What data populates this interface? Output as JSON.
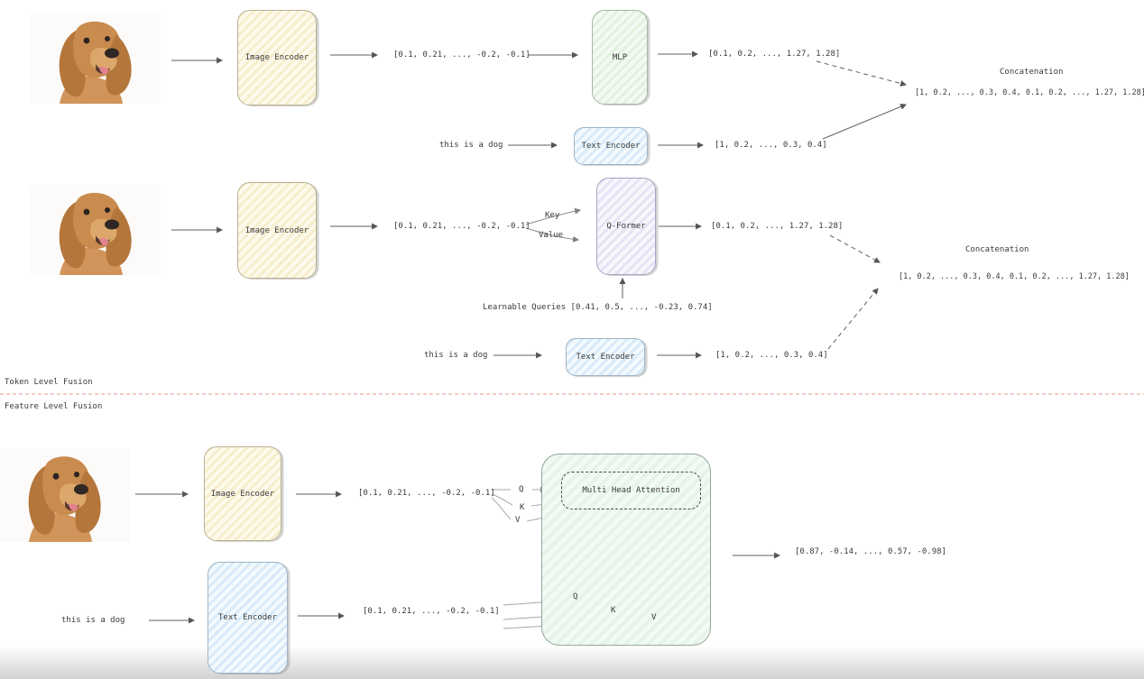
{
  "colors": {
    "image_encoder_fill": "#fbf5dd",
    "text_encoder_fill": "#e2f0fb",
    "mlp_fill": "#e8f5e6",
    "qformer_fill": "#eceaf8",
    "fusion_block_fill": "#e9f4ec",
    "divider_line": "#ef9a91",
    "text": "#3a3a3a"
  },
  "sections": {
    "token_level_fusion": {
      "label": "Token Level Fusion",
      "mlp_pipeline": {
        "image_encoder": "Image Encoder",
        "image_embedding": "[0.1, 0.21, ..., -0.2, -0.1]",
        "mlp": "MLP",
        "mlp_output": "[0.1, 0.2, ..., 1.27, 1.28]",
        "text_input": "this is a dog",
        "text_encoder": "Text Encoder",
        "text_embedding": "[1, 0.2, ..., 0.3, 0.4]",
        "concatenation_title": "Concatenation",
        "concatenation_vector": "[1, 0.2, ..., 0.3, 0.4, 0.1, 0.2, ..., 1.27, 1.28]"
      },
      "qformer_pipeline": {
        "image_encoder": "Image Encoder",
        "image_embedding": "[0.1, 0.21, ..., -0.2, -0.1]",
        "key_label": "Key",
        "value_label": "Value",
        "qformer": "Q-Former",
        "qformer_output": "[0.1, 0.2, ..., 1.27, 1.28]",
        "learnable_queries": "Learnable Queries [0.41, 0.5, ..., -0.23, 0.74]",
        "text_input": "this is a dog",
        "text_encoder": "Text Encoder",
        "text_embedding": "[1, 0.2, ..., 0.3, 0.4]",
        "concatenation_title": "Concatenation",
        "concatenation_vector": "[1, 0.2, ..., 0.3, 0.4, 0.1, 0.2, ..., 1.27, 1.28]"
      }
    },
    "feature_level_fusion": {
      "label": "Feature Level Fusion",
      "attention_pipeline": {
        "image_encoder": "Image Encoder",
        "image_embedding": "[0.1, 0.21, ..., -0.2, -0.1]",
        "image_q": "Q",
        "image_k": "K",
        "image_v": "V",
        "text_input": "this is a dog",
        "text_encoder": "Text Encoder",
        "text_embedding": "[0.1, 0.21, ..., -0.2, -0.1]",
        "text_q": "Q",
        "text_k": "K",
        "text_v": "V",
        "multi_head_attention": "Multi Head Attention",
        "output_vector": "[0.87, -0.14, ..., 0.57, -0.98]"
      }
    }
  }
}
